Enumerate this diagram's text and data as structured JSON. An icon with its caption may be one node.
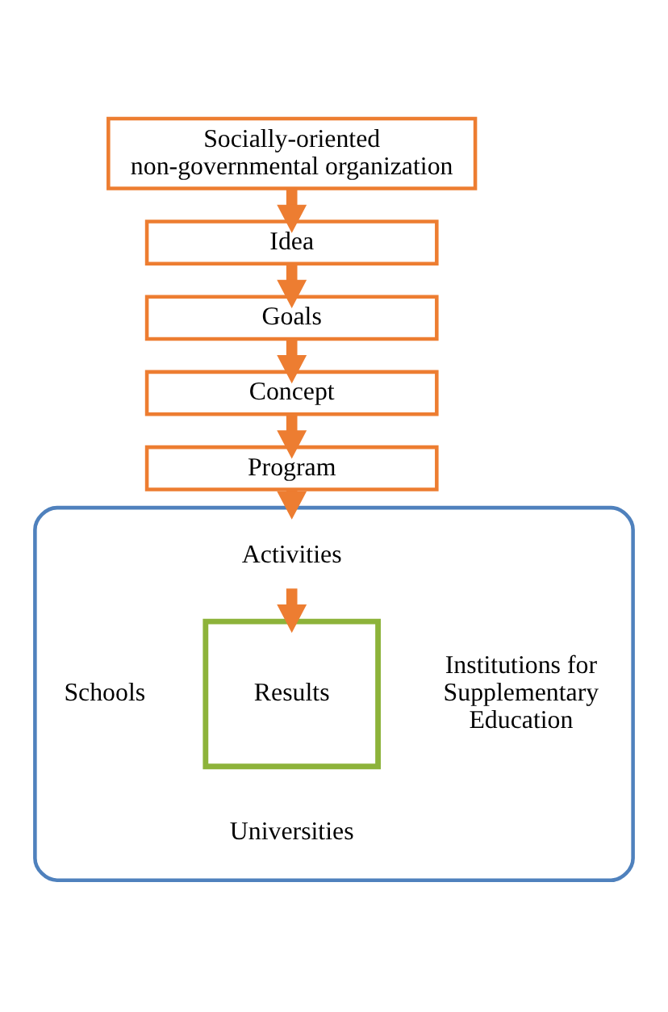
{
  "diagram": {
    "nodes": [
      {
        "text": [
          "Socially-oriented non-governmental organization"
        ]
      },
      {
        "text": [
          "Idea"
        ]
      },
      {
        "text": [
          "Goals"
        ]
      },
      {
        "text": [
          "Concept"
        ]
      },
      {
        "text": [
          "Program"
        ]
      },
      {
        "text": [],
        "shape": "ellipse"
      },
      {
        "text": [
          "Activities"
        ],
        "in": 5
      },
      {
        "text": [
          "Schools"
        ],
        "in": 5
      },
      {
        "text": [
          "Results"
        ],
        "in": 5
      },
      {
        "text": [
          "Institutions for Supplementary Education"
        ],
        "in": 5
      },
      {
        "text": [
          "Universities"
        ],
        "in": 5
      }
    ],
    "edges": [
      {
        "from": 0,
        "to": 1,
        "arrow": "to"
      },
      {
        "from": 1,
        "to": 2,
        "arrow": "to"
      },
      {
        "from": 2,
        "to": 3,
        "arrow": "to"
      },
      {
        "from": 3,
        "to": 4,
        "arrow": "to"
      },
      {
        "from": 4,
        "to": 5,
        "arrow": "to"
      },
      {
        "from": 6,
        "to": 8,
        "arrow": "to"
      }
    ]
  }
}
